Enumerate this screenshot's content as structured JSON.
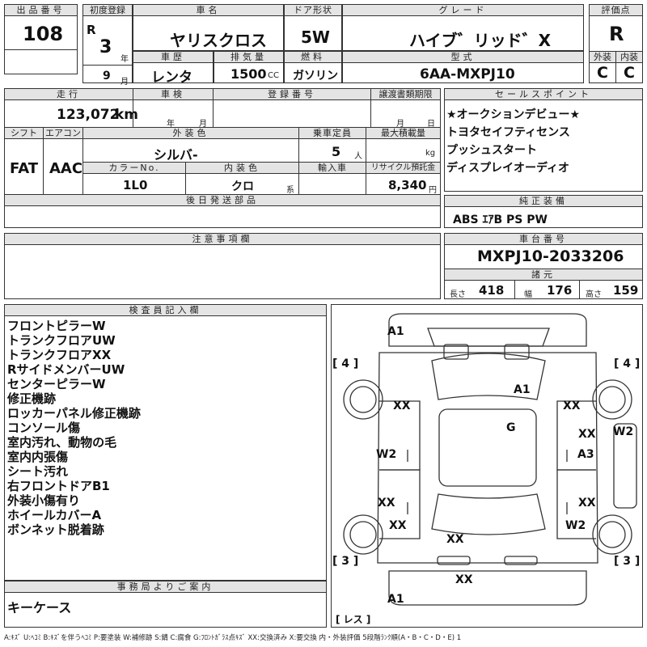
{
  "top": {
    "lot_label": "出品番号",
    "lot": "108",
    "reg_label": "初度登録",
    "era": "R",
    "year": "3",
    "year_unit": "年",
    "month": "9",
    "month_unit": "月",
    "name_label": "車名",
    "name": "ヤリスクロス",
    "door_label": "ドア形状",
    "door": "5W",
    "grade_label": "グレード",
    "grade": "ハイブ゛リッド゛X",
    "score_label": "評価点",
    "score": "R",
    "history_label": "車歴",
    "history": "レンタ",
    "disp_label": "排気量",
    "disp": "1500",
    "disp_unit": "CC",
    "fuel_label": "燃料",
    "fuel": "ガソリン",
    "model_label": "型式",
    "model": "6AA-MXPJ10",
    "ext_label": "外装",
    "ext": "C",
    "int_label": "内装",
    "int": "C"
  },
  "mid": {
    "mileage_label": "走行",
    "mileage": "123,072",
    "mileage_unit": "km",
    "inspect_label": "車検",
    "ins_year": "年",
    "ins_month": "月",
    "regno_label": "登録番号",
    "transfer_label": "譲渡書類期限",
    "tr_month": "月",
    "tr_day": "日",
    "shift_label": "シフト",
    "shift": "FAT",
    "ac_label": "エアコン",
    "ac": "AAC",
    "color_label": "外装色",
    "color": "シルバ-",
    "cap_label": "乗車定員",
    "cap": "5",
    "cap_unit": "人",
    "load_label": "最大積載量",
    "load_unit": "kg",
    "colorno_label": "カラーNo.",
    "colorno": "1L0",
    "intcolor_label": "内装色",
    "intcolor": "クロ",
    "intcolor_unit": "系",
    "import_label": "輸入車",
    "recycle_label": "リサイクル預託金",
    "recycle": "8,340",
    "recycle_unit": "円",
    "later_label": "後日発送部品"
  },
  "sales": {
    "label": "セールスポイント",
    "items": [
      "★オークションデビュー★",
      "トヨタセイフティセンス",
      "プッシュスタート",
      "ディスプレイオーディオ"
    ]
  },
  "equip": {
    "label": "純正装備",
    "value": "ABS ｴｱB PS PW"
  },
  "notes": {
    "label": "注意事項欄"
  },
  "chassis": {
    "label": "車台番号",
    "value": "MXPJ10-2033206",
    "dims_label": "諸元",
    "len_label": "長さ",
    "len": "418",
    "wid_label": "幅",
    "wid": "176",
    "hei_label": "高さ",
    "hei": "159"
  },
  "inspector": {
    "label": "検査員記入欄",
    "lines": [
      "フロントピラーW",
      "トランクフロアUW",
      "トランクフロアXX",
      "RサイドメンバーUW",
      "センターピラーW",
      "修正機跡",
      "ロッカーパネル修正機跡",
      "コンソール傷",
      "室内汚れ、動物の毛",
      "室内内張傷",
      "シート汚れ",
      "右フロントドアB1",
      "外装小傷有り",
      "ホイールカバーA",
      "ボンネット脱着跡"
    ]
  },
  "office": {
    "label": "事務局よりご案内",
    "text": "キーケース"
  },
  "diagram": {
    "marks": [
      {
        "code": "A1"
      },
      {
        "code": "A1"
      },
      {
        "code": "XX"
      },
      {
        "code": "XX"
      },
      {
        "code": "G"
      },
      {
        "code": "XX"
      },
      {
        "code": "W2"
      },
      {
        "code": "W2"
      },
      {
        "code": "A3"
      },
      {
        "code": "XX"
      },
      {
        "code": "XX"
      },
      {
        "code": "XX"
      },
      {
        "code": "W2"
      },
      {
        "code": "XX"
      },
      {
        "code": "XX"
      },
      {
        "code": "A1"
      }
    ],
    "tires": [
      "[ 4 ]",
      "[ 4 ]",
      "[ 3 ]",
      "[ 3 ]"
    ],
    "spare": "[ レス ]"
  },
  "legend": "A:ｷｽﾞ U:ﾍｺﾐ B:ｷｽﾞを伴うﾍｺﾐ P:要塗装 W:補修跡 S:錆 C:腐食 G:ﾌﾛﾝﾄｶﾞﾗｽ点ｷｽﾞ XX:交換済み X:要交換 内・外装評価 5段階ﾗﾝｸ順(A・B・C・D・E) 1"
}
